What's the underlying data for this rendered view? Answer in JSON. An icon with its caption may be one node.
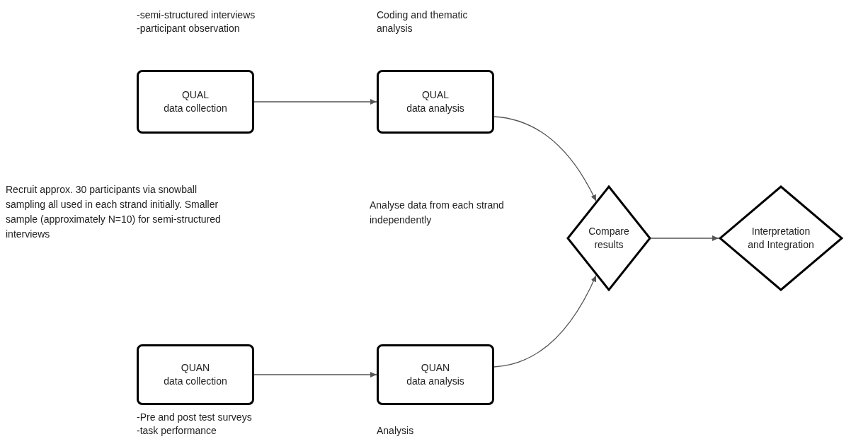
{
  "diagram": {
    "nodes": [
      {
        "text": [
          "QUAL",
          "data collection"
        ],
        "beside": [
          "-semi-structured interviews",
          "-participant observation"
        ]
      },
      {
        "text": [
          "QUAL",
          "data analysis"
        ],
        "beside": [
          "Coding and thematic analysis"
        ]
      },
      {
        "text": [
          "QUAN",
          "data collection"
        ],
        "beside": [
          "-Pre and post test surveys",
          "-task performance"
        ]
      },
      {
        "text": [
          "QUAN",
          "data analysis"
        ],
        "beside": [
          "Analysis"
        ]
      },
      {
        "text": [
          "Compare results"
        ]
      },
      {
        "text": [
          "Interpretation and Integration"
        ]
      }
    ],
    "edges": [
      {
        "from": 0,
        "to": 1,
        "arrow": "to"
      },
      {
        "from": 2,
        "to": 3,
        "arrow": "to"
      },
      {
        "from": 1,
        "to": 4,
        "arrow": "to"
      },
      {
        "from": 3,
        "to": 4,
        "arrow": "to"
      },
      {
        "from": 4,
        "to": 5,
        "arrow": "to"
      }
    ],
    "labels": [
      "Recruit approx. 30 participants via snowball sampling all used in each strand initially. Smaller sample (approximately N=10) for semi-structured interviews",
      "Analyse data from each strand independently"
    ]
  }
}
